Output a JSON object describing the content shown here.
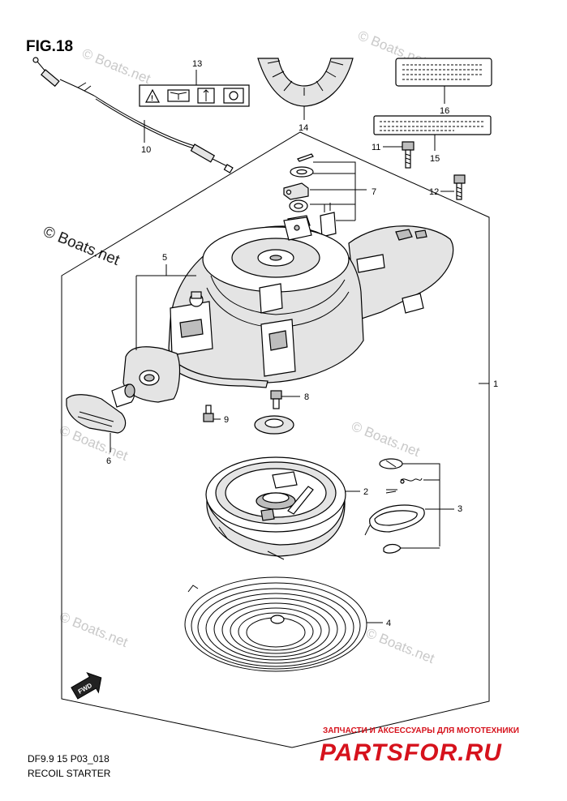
{
  "figure": {
    "title": "FIG.18",
    "model_code": "DF9.9 15 P03_018",
    "caption": "RECOIL STARTER",
    "fwd_mark": "FWD"
  },
  "watermark": {
    "text": "© Boats.net",
    "vendor_tagline": "ЗАПЧАСТИ И АКСЕССУАРЫ ДЛЯ МОТОТЕХНИКИ",
    "vendor_logo": "PARTSFOR.RU"
  },
  "colors": {
    "line": "#000000",
    "vendor_red": "#d6121c",
    "watermark_gray": "#c9c9c9"
  },
  "callouts": [
    "1",
    "2",
    "3",
    "4",
    "5",
    "6",
    "7",
    "8",
    "9",
    "10",
    "11",
    "12",
    "13",
    "14",
    "15",
    "16"
  ]
}
